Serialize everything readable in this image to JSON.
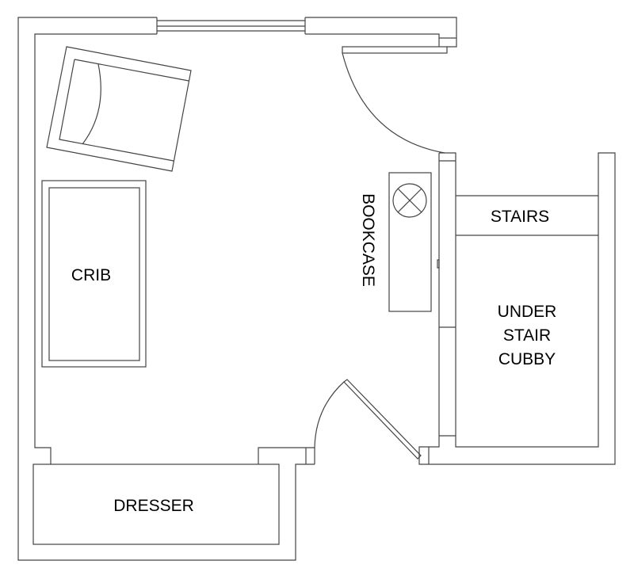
{
  "labels": {
    "crib": "CRIB",
    "bookcase": "BOOKCASE",
    "stairs": "STAIRS",
    "cubby_line1": "UNDER",
    "cubby_line2": "STAIR",
    "cubby_line3": "CUBBY",
    "dresser": "DRESSER"
  }
}
